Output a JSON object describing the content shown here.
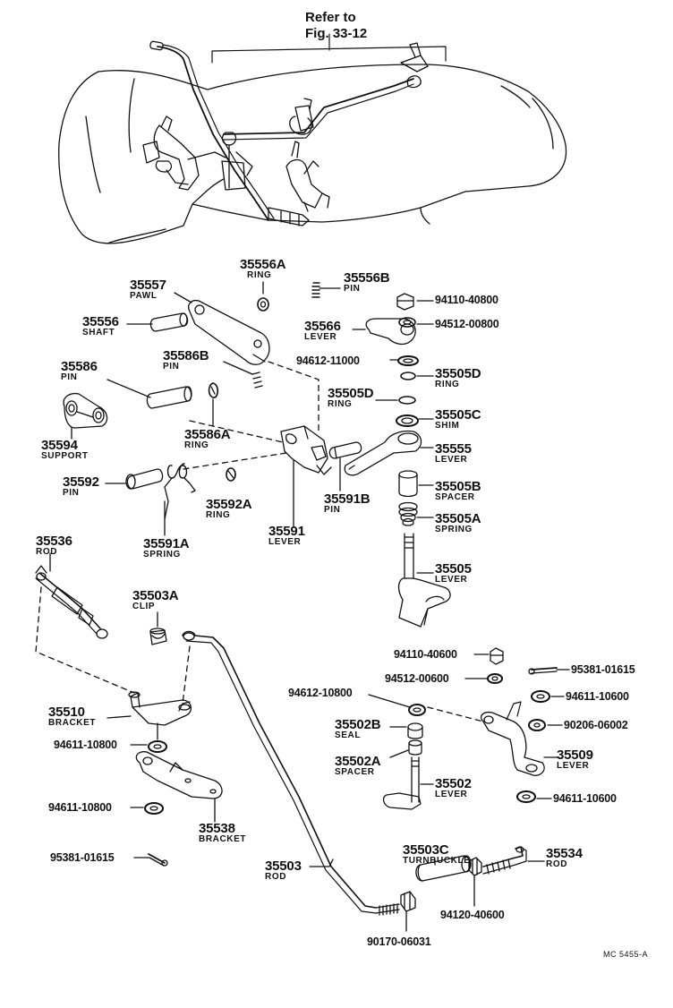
{
  "reference": {
    "line1": "Refer to",
    "line2": "Fig. 33-12"
  },
  "figure_code": "MC 5455-A",
  "callouts": [
    {
      "id": "35556A",
      "name": "RING"
    },
    {
      "id": "35556B",
      "name": "PIN"
    },
    {
      "id": "35557",
      "name": "PAWL"
    },
    {
      "id": "35556",
      "name": "SHAFT"
    },
    {
      "id": "35586B",
      "name": "PIN"
    },
    {
      "id": "35586",
      "name": "PIN"
    },
    {
      "id": "35586A",
      "name": "RING"
    },
    {
      "id": "35594",
      "name": "SUPPORT"
    },
    {
      "id": "35566",
      "name": "LEVER"
    },
    {
      "id": "94110-40800",
      "name": ""
    },
    {
      "id": "94512-00800",
      "name": ""
    },
    {
      "id": "94612-11000",
      "name": ""
    },
    {
      "id": "35505D",
      "name": "RING"
    },
    {
      "id": "35505D",
      "name": "RING"
    },
    {
      "id": "35505C",
      "name": "SHIM"
    },
    {
      "id": "35555",
      "name": "LEVER"
    },
    {
      "id": "35592",
      "name": "PIN"
    },
    {
      "id": "35592A",
      "name": "RING"
    },
    {
      "id": "35591B",
      "name": "PIN"
    },
    {
      "id": "35591",
      "name": "LEVER"
    },
    {
      "id": "35591A",
      "name": "SPRING"
    },
    {
      "id": "35505B",
      "name": "SPACER"
    },
    {
      "id": "35505A",
      "name": "SPRING"
    },
    {
      "id": "35536",
      "name": "ROD"
    },
    {
      "id": "35503A",
      "name": "CLIP"
    },
    {
      "id": "35505",
      "name": "LEVER"
    },
    {
      "id": "94110-40600",
      "name": ""
    },
    {
      "id": "94512-00600",
      "name": ""
    },
    {
      "id": "95381-01615",
      "name": ""
    },
    {
      "id": "94612-10800",
      "name": ""
    },
    {
      "id": "94611-10600",
      "name": ""
    },
    {
      "id": "90206-06002",
      "name": ""
    },
    {
      "id": "35510",
      "name": "BRACKET"
    },
    {
      "id": "35502B",
      "name": "SEAL"
    },
    {
      "id": "35509",
      "name": "LEVER"
    },
    {
      "id": "94611-10800",
      "name": ""
    },
    {
      "id": "35502A",
      "name": "SPACER"
    },
    {
      "id": "35502",
      "name": "LEVER"
    },
    {
      "id": "94611-10800",
      "name": ""
    },
    {
      "id": "94611-10600",
      "name": ""
    },
    {
      "id": "35538",
      "name": "BRACKET"
    },
    {
      "id": "35503C",
      "name": "TURNBUCKLE"
    },
    {
      "id": "35534",
      "name": "ROD"
    },
    {
      "id": "95381-01615",
      "name": ""
    },
    {
      "id": "35503",
      "name": "ROD"
    },
    {
      "id": "94120-40600",
      "name": ""
    },
    {
      "id": "90170-06031",
      "name": ""
    }
  ]
}
